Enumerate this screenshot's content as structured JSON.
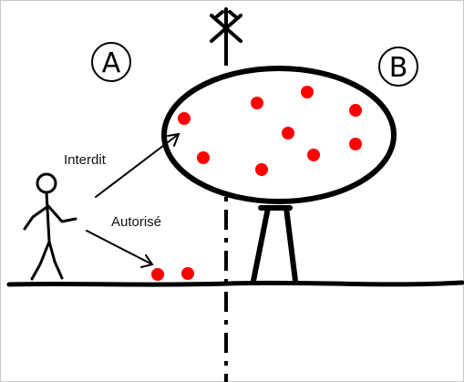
{
  "zones": {
    "left_label": "A",
    "right_label": "B"
  },
  "arrows": {
    "forbidden_label": "Interdit",
    "allowed_label": "Autorisé"
  },
  "icons": {
    "boundary": "boundary-marker-icon",
    "person": "stick-figure-icon",
    "tree": "tree-icon"
  },
  "colors": {
    "fruit": "#ff0000",
    "line": "#000000"
  }
}
